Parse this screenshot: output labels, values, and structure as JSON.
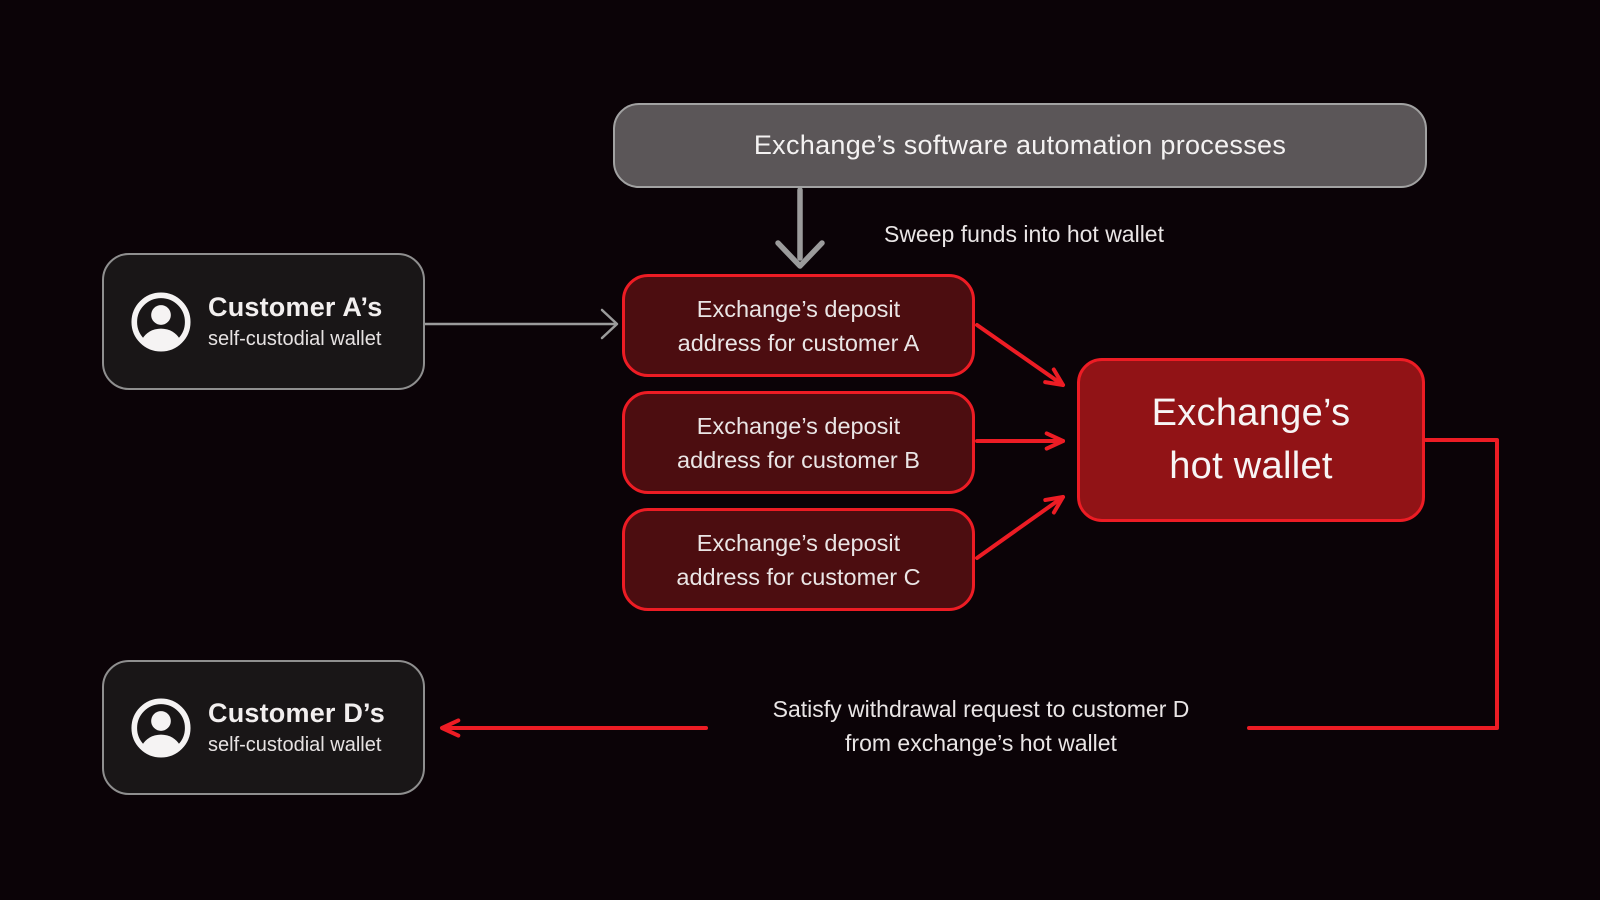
{
  "colors": {
    "background": "#0B0307",
    "accent_red": "#ED1C24",
    "deposit_box_fill": "#4C0D10",
    "hot_wallet_fill": "#911316",
    "automation_box_fill": "#5B5658",
    "automation_box_border": "#A2A2A2",
    "customer_box_fill": "#191617",
    "customer_box_border": "#8F8F8F",
    "gray_arrow": "#9B9B9B",
    "text_light": "#F2EFEF"
  },
  "nodes": {
    "automation": {
      "label": "Exchange’s software automation processes"
    },
    "customer_a": {
      "title": "Customer A’s",
      "subtitle": "self-custodial wallet"
    },
    "customer_d": {
      "title": "Customer D’s",
      "subtitle": "self-custodial wallet"
    },
    "deposit_a": {
      "line1": "Exchange’s deposit",
      "line2": "address for customer A"
    },
    "deposit_b": {
      "line1": "Exchange’s deposit",
      "line2": "address for customer B"
    },
    "deposit_c": {
      "line1": "Exchange’s deposit",
      "line2": "address for customer C"
    },
    "hot_wallet": {
      "line1": "Exchange’s",
      "line2": "hot wallet"
    }
  },
  "annotations": {
    "sweep_label": "Sweep funds into hot wallet",
    "withdrawal_line1": "Satisfy withdrawal request to customer D",
    "withdrawal_line2": "from exchange’s hot wallet"
  },
  "icons": {
    "customer_icon": "person-circle-icon"
  }
}
